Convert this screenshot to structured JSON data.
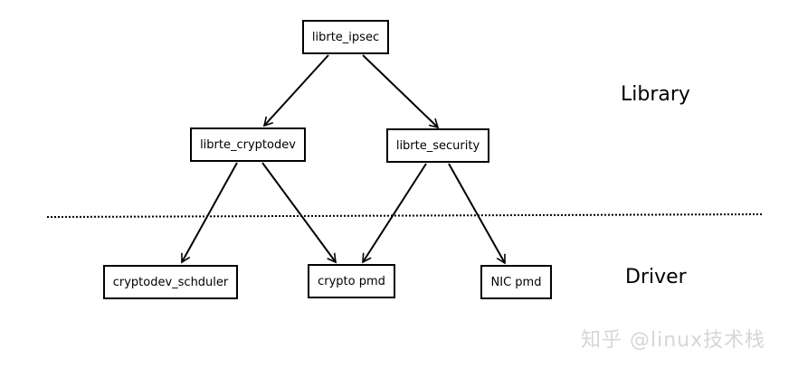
{
  "nodes": {
    "ipsec": "librte_ipsec",
    "cryptodev": "librte_cryptodev",
    "security": "librte_security",
    "scheduler": "cryptodev_schduler",
    "crypto_pmd": "crypto pmd",
    "nic_pmd": "NIC pmd"
  },
  "layers": {
    "library": "Library",
    "driver": "Driver"
  },
  "watermark": "知乎 @linux技术栈",
  "edges": [
    {
      "from": "ipsec",
      "to": "cryptodev"
    },
    {
      "from": "ipsec",
      "to": "security"
    },
    {
      "from": "cryptodev",
      "to": "scheduler"
    },
    {
      "from": "cryptodev",
      "to": "crypto_pmd"
    },
    {
      "from": "security",
      "to": "crypto_pmd"
    },
    {
      "from": "security",
      "to": "nic_pmd"
    }
  ]
}
